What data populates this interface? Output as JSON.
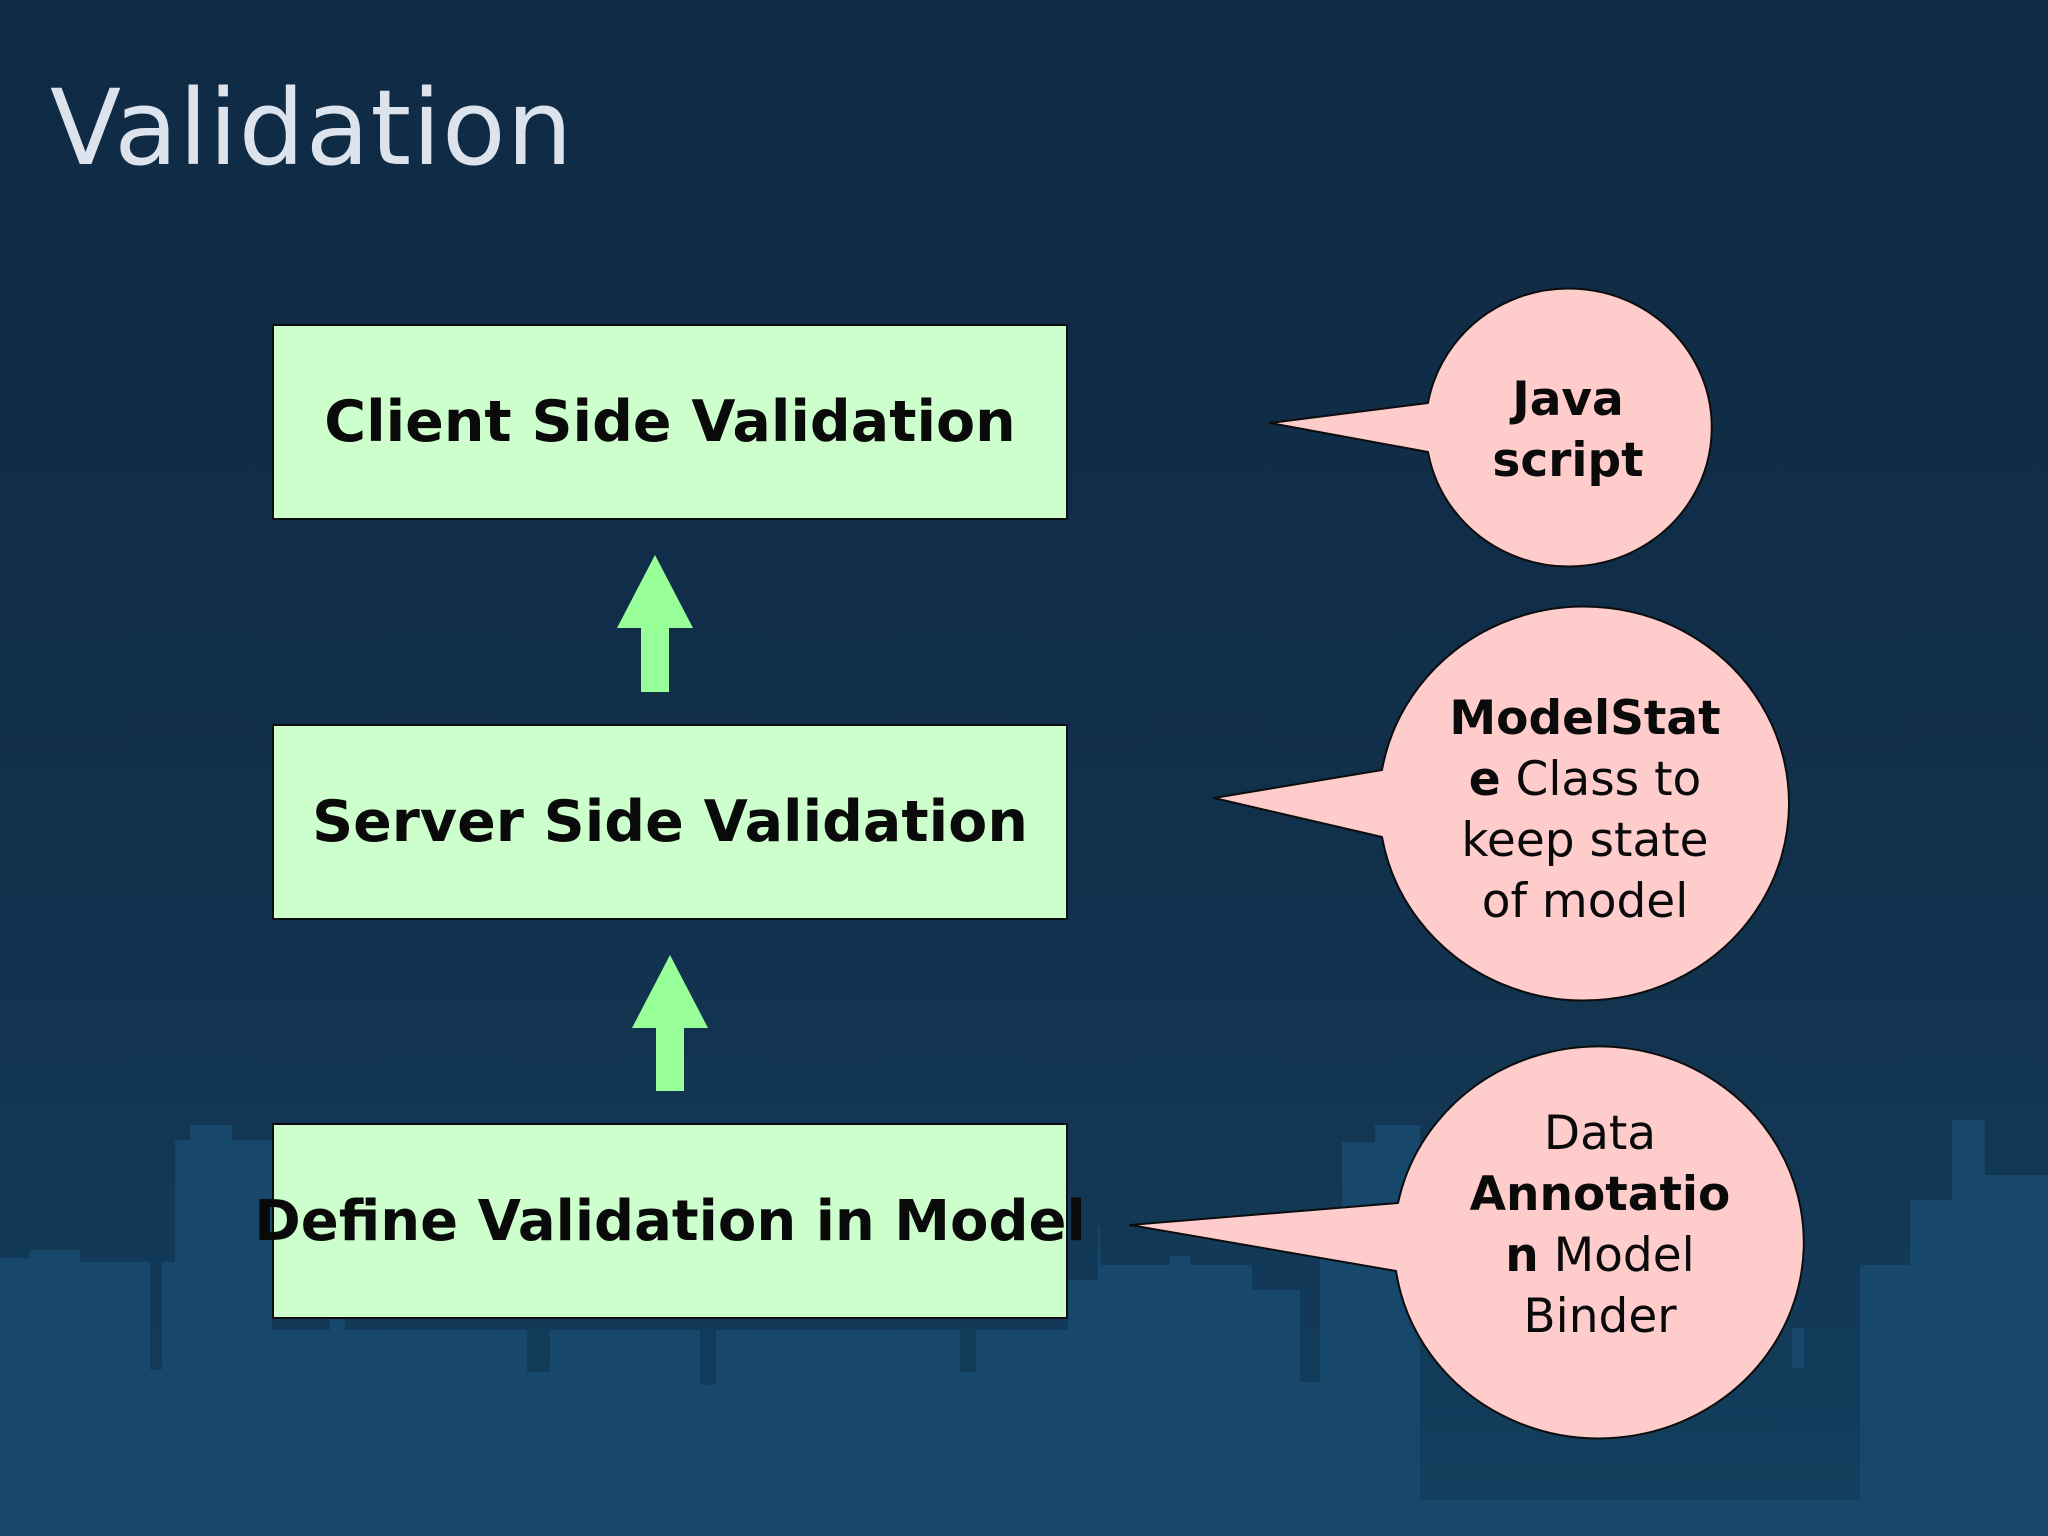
{
  "title": "Validation",
  "colors": {
    "background": "#0f2a44",
    "skyline": "#17476a",
    "box_fill": "#ccffcc",
    "arrow_fill": "#99ff99",
    "callout_fill": "#ffcccc",
    "title_text": "#dde3ec"
  },
  "steps": [
    {
      "label": "Client Side Validation"
    },
    {
      "label": "Server Side Validation"
    },
    {
      "label": "Define Validation in Model"
    }
  ],
  "arrows": [
    {
      "direction": "up",
      "from": "Server Side Validation",
      "to": "Client Side Validation"
    },
    {
      "direction": "up",
      "from": "Define Validation in Model",
      "to": "Server Side Validation"
    }
  ],
  "callouts": {
    "javascript": {
      "line1": "Java",
      "line2": "script"
    },
    "modelstate": {
      "bold1": "ModelStat",
      "bold2": "e",
      "rest2": " Class to",
      "line3": "keep state",
      "line4": "of model"
    },
    "dataannotation": {
      "line1": "Data",
      "bold2": "Annotatio",
      "bold3": "n",
      "rest3": " Model",
      "line4": "Binder"
    }
  }
}
